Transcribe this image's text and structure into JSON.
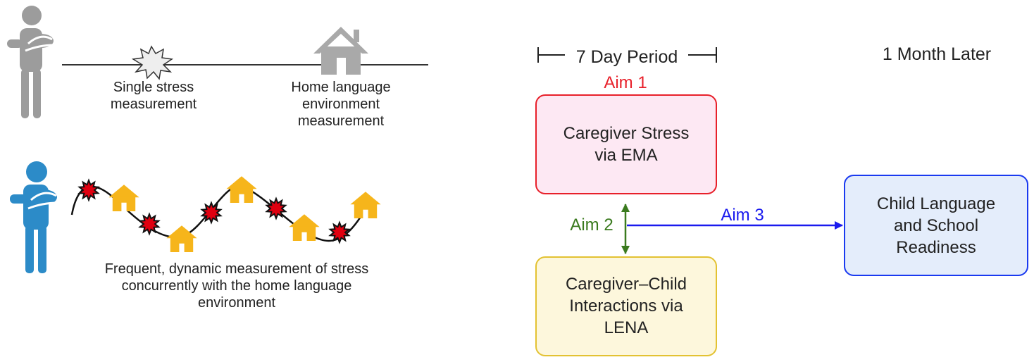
{
  "left_panel": {
    "single_stress_label": "Single stress measurement",
    "home_language_label": "Home language environment measurement",
    "frequent_caption": "Frequent, dynamic measurement of stress concurrently with the home language environment"
  },
  "timeline": {
    "period_label": "7 Day Period",
    "later_label": "1 Month Later"
  },
  "aims": {
    "aim1": "Aim 1",
    "aim2": "Aim 2",
    "aim3": "Aim 3"
  },
  "boxes": {
    "stress_line1": "Caregiver Stress",
    "stress_line2": "via EMA",
    "interaction_line1": "Caregiver–Child",
    "interaction_line2": "Interactions via",
    "interaction_line3": "LENA",
    "outcome_line1": "Child Language",
    "outcome_line2": "and School",
    "outcome_line3": "Readiness"
  },
  "colors": {
    "aim1": "#e8202a",
    "aim2": "#3a7a1e",
    "aim3": "#1a1aee",
    "stress_box_fill": "#fde8f3",
    "stress_box_border": "#e8202a",
    "interaction_box_fill": "#fdf7dc",
    "interaction_box_border": "#e3c232",
    "outcome_box_fill": "#e4edfb",
    "outcome_box_border": "#1a3af0",
    "stress_burst": "#e00010",
    "house": "#f6b51b",
    "gray_person": "#9c9c9c",
    "blue_person": "#2c8bc8"
  }
}
